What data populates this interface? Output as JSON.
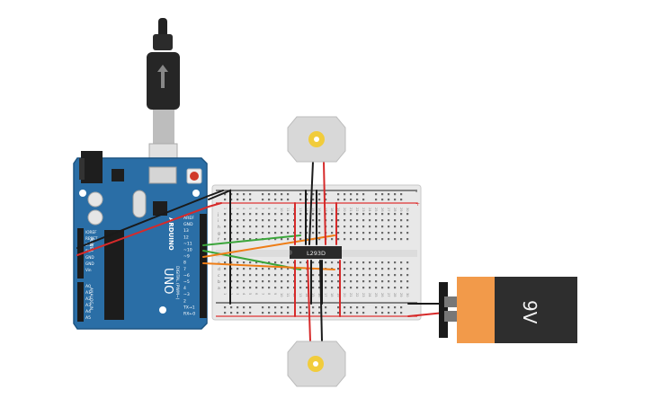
{
  "arduino": {
    "brand": "ARDUINO",
    "model": "UNO",
    "digital_header": "DIGITAL (PWM~)",
    "power_header": "POWER",
    "analog_header": "ANALOG IN",
    "pin_labels_digital": [
      "AREF",
      "GND",
      "13",
      "12",
      "~11",
      "~10",
      "~9",
      "8",
      "7",
      "~6",
      "~5",
      "4",
      "~3",
      "2",
      "TX→1",
      "RX←0"
    ],
    "pin_labels_power": [
      "IOREF",
      "RESET",
      "3.3V",
      "5V",
      "GND",
      "GND",
      "Vin"
    ],
    "pin_labels_analog": [
      "A0",
      "A1",
      "A2",
      "A3",
      "A4",
      "A5"
    ]
  },
  "breadboard": {
    "row_letters_top": [
      "j",
      "i",
      "h",
      "g",
      "f"
    ],
    "row_letters_bottom": [
      "e",
      "d",
      "c",
      "b",
      "a"
    ],
    "column_numbers": [
      "1",
      "2",
      "3",
      "4",
      "5",
      "6",
      "7",
      "8",
      "9",
      "10",
      "11",
      "12",
      "13",
      "14",
      "15",
      "16",
      "17",
      "18",
      "19",
      "20",
      "21",
      "22",
      "23",
      "24",
      "25",
      "26",
      "27",
      "28",
      "29",
      "30"
    ],
    "rail_plus": "+",
    "rail_minus": "-"
  },
  "ic": {
    "label": "L293D"
  },
  "battery": {
    "label": "9V"
  },
  "colors": {
    "board": "#2a6ea6",
    "wire_red": "#d62a2a",
    "wire_black": "#1a1a1a",
    "wire_green": "#3aa53a",
    "wire_orange": "#ee7d16",
    "battery_orange": "#f29a4a",
    "battery_black": "#2e2e2e",
    "motor_body": "#d8d8d8",
    "motor_gear": "#f1cc3c"
  },
  "icons": [
    "usb-cable-icon",
    "dc-motor-icon",
    "battery-9v-icon",
    "chip-icon"
  ]
}
